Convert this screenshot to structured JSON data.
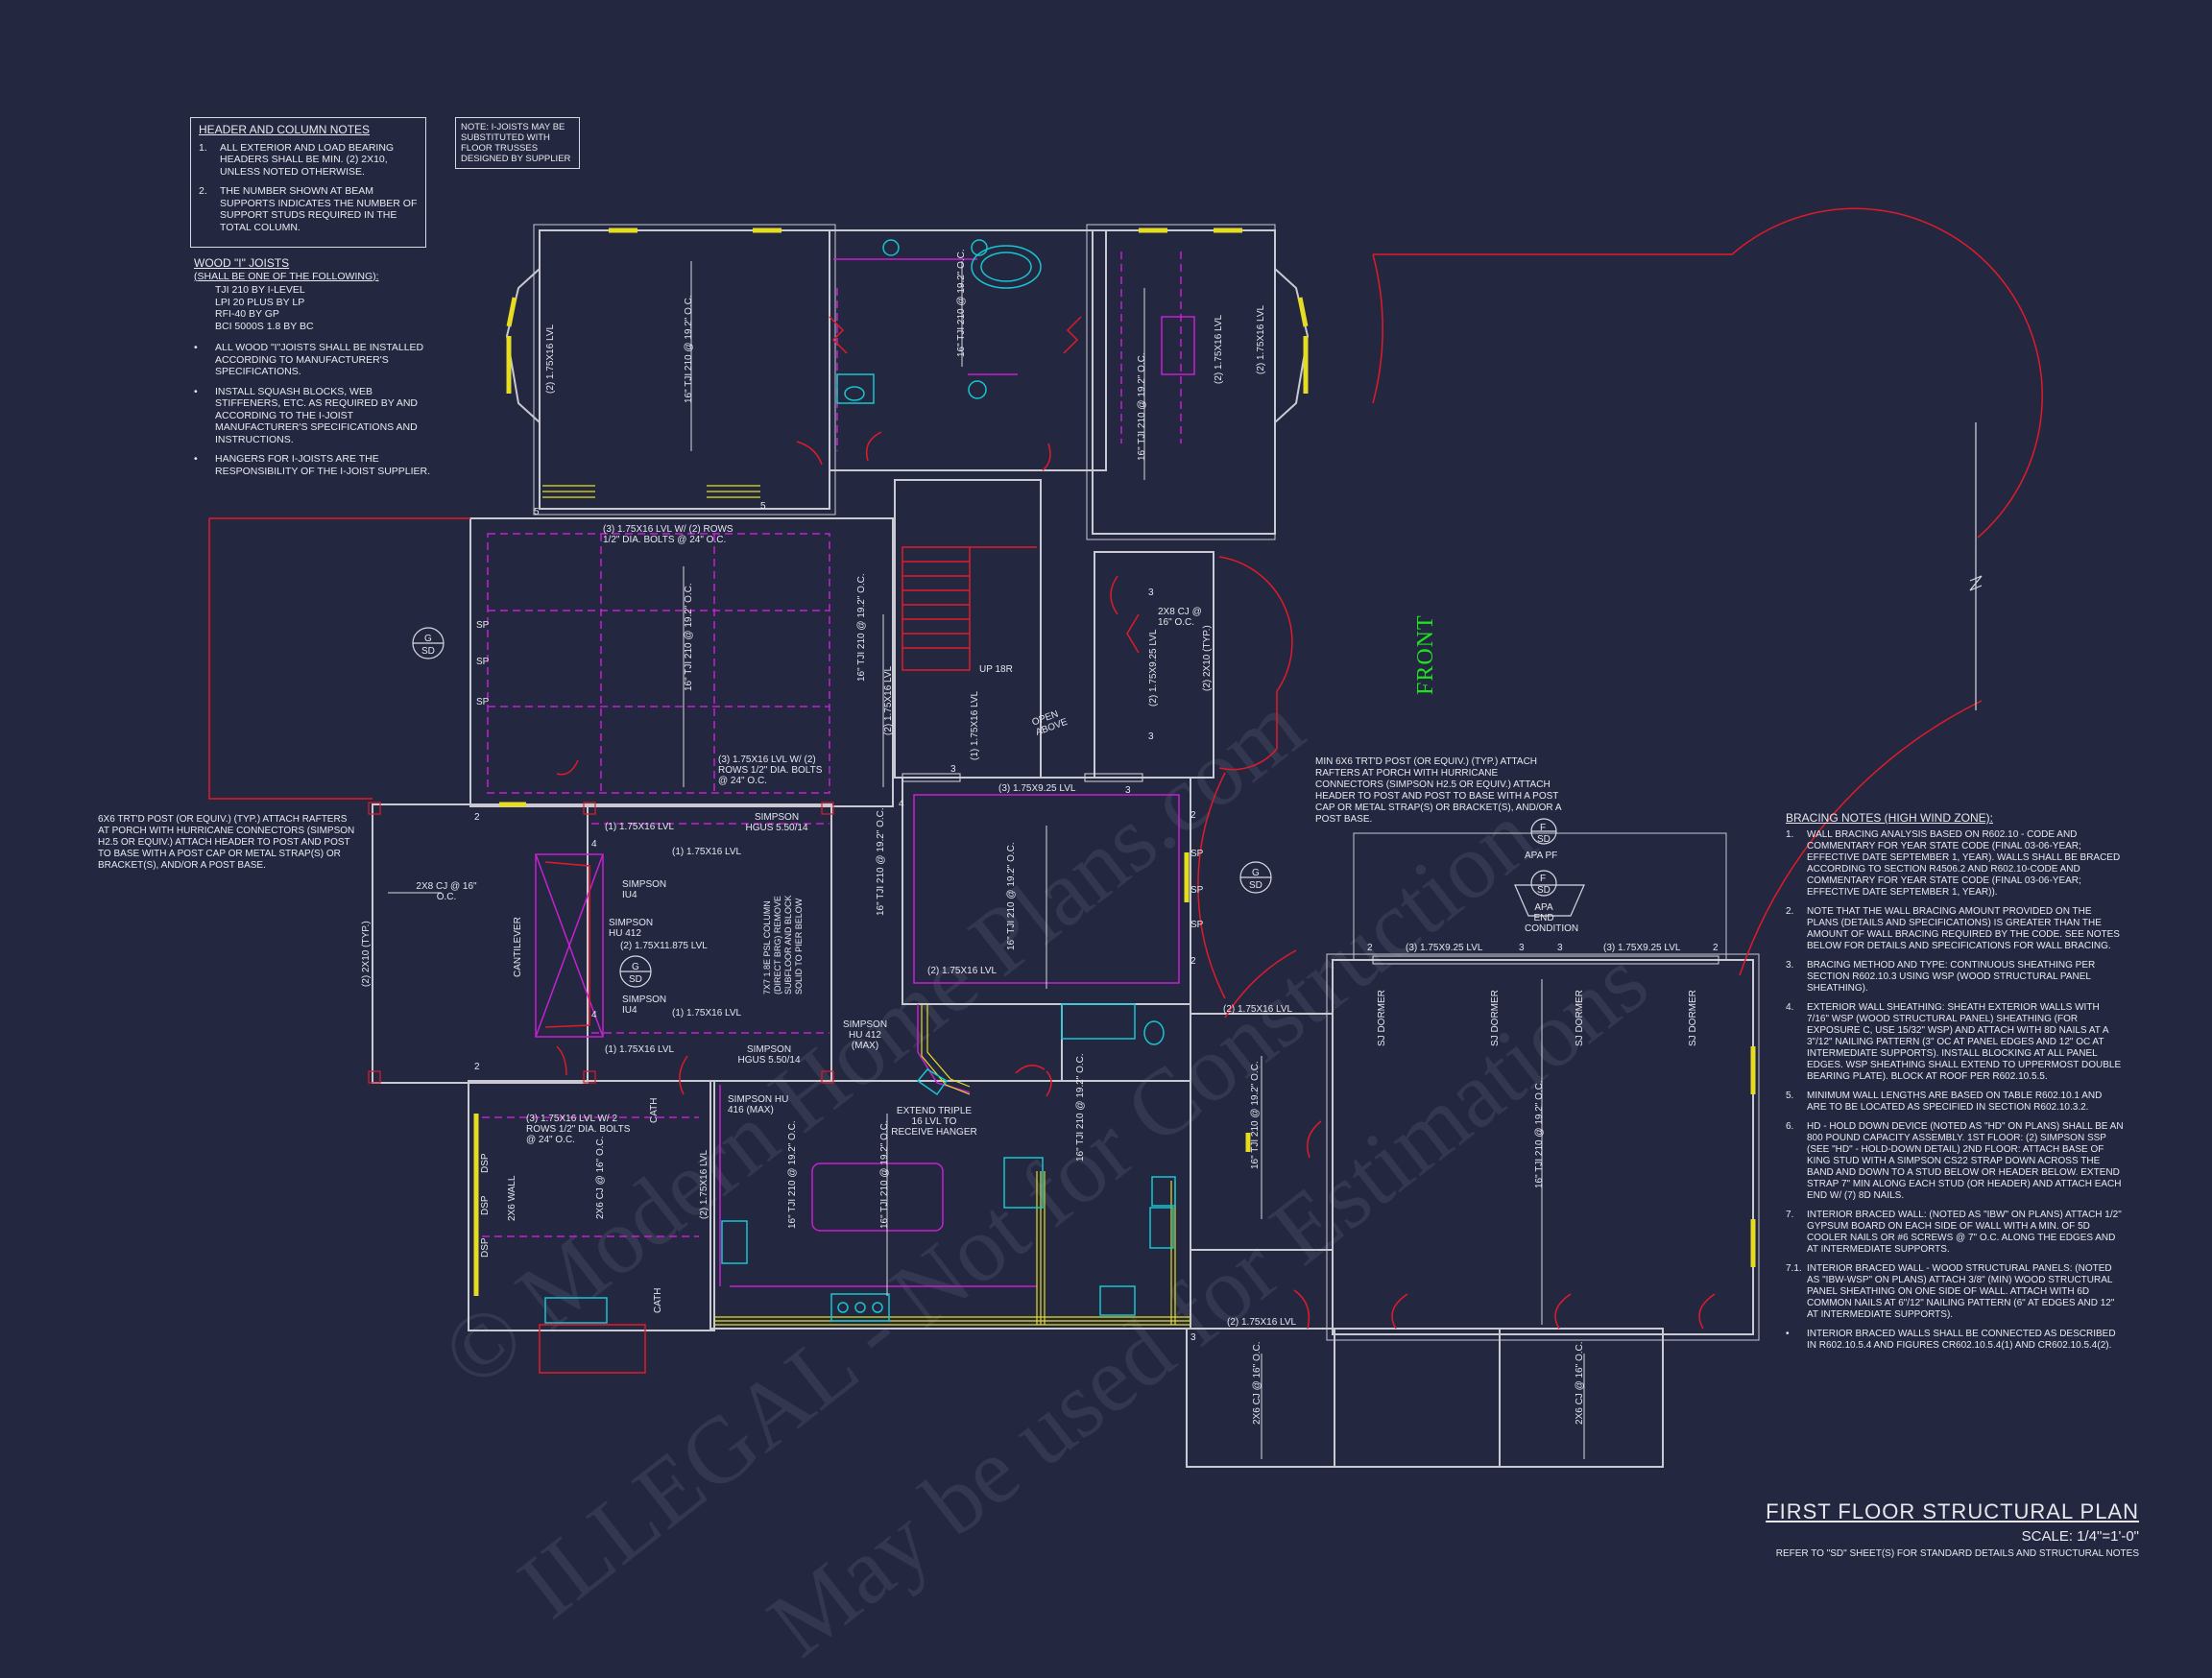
{
  "header_notes": {
    "title": "HEADER AND COLUMN NOTES",
    "items": [
      {
        "num": "1.",
        "text": "ALL EXTERIOR AND LOAD BEARING HEADERS SHALL BE MIN. (2) 2x10, UNLESS NOTED OTHERWISE."
      },
      {
        "num": "2.",
        "text": "THE NUMBER SHOWN AT BEAM SUPPORTS INDICATES THE NUMBER OF SUPPORT STUDS REQUIRED IN THE TOTAL COLUMN."
      }
    ]
  },
  "ijoist_note": "NOTE: I-JOISTS MAY BE SUBSTITUTED WITH FLOOR TRUSSES DESIGNED BY SUPPLIER",
  "wood_joists": {
    "title": "WOOD \"I\" JOISTS",
    "subtitle": "(SHALL BE ONE OF THE FOLLOWING):",
    "list": [
      "TJI 210 BY I-LEVEL",
      "LPI 20 PLUS BY LP",
      "RFI-40 BY GP",
      "BCI 5000s 1.8 BY BC"
    ],
    "bullets": [
      "ALL WOOD \"I\"JOISTS SHALL BE INSTALLED ACCORDING TO MANUFACTURER'S SPECIFICATIONS.",
      "INSTALL SQUASH BLOCKS, WEB STIFFENERS, ETC. AS REQUIRED BY AND ACCORDING TO THE I-JOIST MANUFACTURER'S SPECIFICATIONS AND INSTRUCTIONS.",
      "HANGERS FOR I-JOISTS ARE THE RESPONSIBILITY OF THE I-JOIST SUPPLIER."
    ]
  },
  "porch_note_left": "6x6 TRT'D POST (OR EQUIV.) (TYP.) ATTACH RAFTERS AT PORCH WITH HURRICANE CONNECTORS (SIMPSON H2.5 OR EQUIV.) ATTACH HEADER TO POST AND POST TO BASE WITH A POST CAP OR METAL STRAP(S) OR BRACKET(S), AND/OR A POST BASE.",
  "porch_note_right": "MIN 6x6 TRT'D POST (OR EQUIV.) (TYP.) ATTACH RAFTERS AT PORCH WITH HURRICANE CONNECTORS (SIMPSON H2.5 OR EQUIV.) ATTACH HEADER TO POST AND POST TO BASE WITH A POST CAP OR METAL STRAP(S) OR BRACKET(S), AND/OR A POST BASE.",
  "bracing_notes": {
    "title": "BRACING NOTES (HIGH WIND ZONE):",
    "items": [
      {
        "num": "1.",
        "text": "WALL BRACING ANALYSIS BASED ON R602.10 - CODE AND COMMENTARY FOR YEAR STATE CODE (FINAL 03-06-YEAR; EFFECTIVE DATE SEPTEMBER 1, YEAR). WALLS SHALL BE BRACED ACCORDING TO SECTION R4506.2 AND R602.10-CODE AND COMMENTARY FOR YEAR STATE CODE (FINAL 03-06-YEAR; EFFECTIVE DATE SEPTEMBER 1, YEAR))."
      },
      {
        "num": "2.",
        "text": "NOTE THAT THE WALL BRACING AMOUNT PROVIDED ON THE PLANS (DETAILS AND SPECIFICATIONS) IS GREATER THAN THE AMOUNT OF WALL BRACING REQUIRED BY THE CODE. SEE NOTES BELOW FOR DETAILS AND SPECIFICATIONS FOR WALL BRACING."
      },
      {
        "num": "3.",
        "text": "BRACING METHOD AND TYPE: CONTINUOUS SHEATHING PER SECTION R602.10.3 USING WSP (WOOD STRUCTURAL PANEL SHEATHING)."
      },
      {
        "num": "4.",
        "text": "EXTERIOR WALL SHEATHING: SHEATH EXTERIOR WALLS WITH 7/16\" WSP (WOOD STRUCTURAL PANEL) SHEATHING (FOR EXPOSURE C, USE 15/32\" WSP) AND ATTACH WITH 8d NAILS AT A 3\"/12\" NAILING PATTERN (3\" OC AT PANEL EDGES AND 12\" OC AT INTERMEDIATE SUPPORTS). INSTALL BLOCKING AT ALL PANEL EDGES. WSP SHEATHING SHALL EXTEND TO UPPERMOST DOUBLE BEARING PLATE). BLOCK AT ROOF PER R602.10.5.5."
      },
      {
        "num": "5.",
        "text": "MINIMUM WALL LENGTHS ARE BASED ON TABLE R602.10.1 AND ARE TO BE LOCATED AS SPECIFIED IN SECTION R602.10.3.2."
      },
      {
        "num": "6.",
        "text": "HD - HOLD DOWN DEVICE (NOTED AS \"HD\" ON PLANS) SHALL BE AN 800 POUND CAPACITY ASSEMBLY. 1ST FLOOR: (2) SIMPSON SSP (SEE \"HD\" - HOLD-DOWN DETAIL) 2ND FLOOR: ATTACH BASE OF KING STUD WITH A SIMPSON CS22 STRAP DOWN ACROSS THE BAND AND DOWN TO A STUD BELOW OR HEADER BELOW. EXTEND STRAP 7\" MIN ALONG EACH STUD (OR HEADER) AND ATTACH EACH END W/ (7) 8d NAILS."
      },
      {
        "num": "7.",
        "text": "INTERIOR BRACED WALL: (NOTED AS \"IBW\" ON PLANS) ATTACH 1/2\" GYPSUM BOARD ON EACH SIDE OF WALL WITH A MIN. OF 5d COOLER NAILS OR #6 SCREWS @ 7\" O.C. ALONG THE EDGES AND AT INTERMEDIATE SUPPORTS."
      },
      {
        "num": "7.1.",
        "text": "INTERIOR BRACED WALL - WOOD STRUCTURAL PANELS: (NOTED AS \"IBW-WSP\" ON PLANS) ATTACH 3/8\" (MIN) WOOD STRUCTURAL PANEL SHEATHING ON ONE SIDE OF WALL. ATTACH WITH 6d COMMON NAILS AT 6\"/12\" NAILING PATTERN (6\" AT EDGES AND 12\" AT INTERMEDIATE SUPPORTS)."
      },
      {
        "num": "•",
        "text": "INTERIOR BRACED WALLS SHALL BE CONNECTED AS DESCRIBED IN R602.10.5.4 AND FIGURES CR602.10.5.4(1) AND CR602.10.5.4(2)."
      }
    ]
  },
  "title": {
    "name": "FIRST FLOOR STRUCTURAL PLAN",
    "scale": "SCALE: 1/4\"=1'-0\"",
    "ref": "REFER TO \"SD\" SHEET(S) FOR STANDARD DETAILS AND STRUCTURAL NOTES"
  },
  "front_label": "FRONT",
  "watermarks": [
    "© Modern Home Plans.com",
    "ILLEGAL - Not for Construction",
    "May be used for Estimations"
  ],
  "plan_labels": {
    "lvl_rows_a": "(3) 1.75x16 LVL w/ (2) ROWS 1/2\" DIA. BOLTS @ 24\" O.C.",
    "lvl_rows_b": "(3) 1.75x16 LVL w/ (2) ROWS 1/2\" DIA. BOLTS @ 24\" O.C.",
    "lvl_rows_c": "(3) 1.75x16 LVL w/ 2 ROWS 1/2\" DIA. BOLTS @ 24\" O.C.",
    "tji_210": "16\" TJI 210 @ 19.2\" O.C.",
    "lvl2_16": "(2) 1.75x16 LVL",
    "lvl1_16": "(1) 1.75x16 LVL",
    "lvl3_925": "(3) 1.75x9.25 LVL",
    "lvl2_925": "(2) 1.75x9.25 LVL",
    "lvl2_1875": "(2) 1.75x11.875 LVL",
    "cj_2x8": "2x8 CJ @ 16\" O.C.",
    "cj_2x6": "2x6 CJ @ 16\" O.C.",
    "post_2x10": "(2) 2x10 (TYP.)",
    "simpson_hgus": "SIMPSON HGUS 5.50/14",
    "simpson_iu4": "SIMPSON IU4",
    "simpson_hu412": "SIMPSON HU 412",
    "simpson_hu412_max": "SIMPSON HU 412 (MAX)",
    "simpson_hu416": "SIMPSON HU 416 (MAX)",
    "psl_column": "7x7 1.8E PSL COLUMN (DIRECT BRG) REMOVE SUBFLOOR AND BLOCK SOLID TO PIER BELOW",
    "extend_lvl": "EXTEND TRIPLE 16 LVL TO RECEIVE HANGER",
    "open_above": "OPEN ABOVE",
    "up_18r": "UP 18R",
    "cantilever": "CANTILEVER",
    "sj_dormer": "SJ DORMER",
    "apa_pf": "APA PF",
    "apa_end": "APA END CONDITION",
    "cath": "CATH",
    "wall_2x6": "2x6 WALL",
    "dsp": "DSP",
    "sp": "SP",
    "detail_g": "G",
    "detail_sd": "SD",
    "detail_f": "F",
    "num2": "2",
    "num3": "3",
    "num4": "4",
    "num5": "5"
  },
  "colors": {
    "background": "#232840",
    "wall": "#c9c9d2",
    "beam": "#c71fd1",
    "red": "#e01a2b",
    "yellow": "#e6dd23",
    "cyan": "#18c4cf",
    "front": "#21e021"
  }
}
